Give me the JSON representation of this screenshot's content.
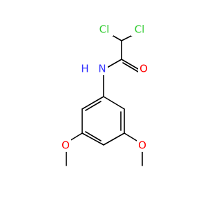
{
  "molecule": {
    "atoms": {
      "cl1": {
        "label": "Cl",
        "color": "#33cc33"
      },
      "cl2": {
        "label": "Cl",
        "color": "#33cc33"
      },
      "n": {
        "label": "N",
        "color": "#3333ff"
      },
      "h": {
        "label": "H",
        "color": "#3333ff"
      },
      "o_carbonyl": {
        "label": "O",
        "color": "#ff0000"
      },
      "o_left": {
        "label": "O",
        "color": "#ff0000"
      },
      "o_right": {
        "label": "O",
        "color": "#ff0000"
      }
    },
    "colors": {
      "bond": "#000000",
      "background": "#ffffff"
    }
  }
}
